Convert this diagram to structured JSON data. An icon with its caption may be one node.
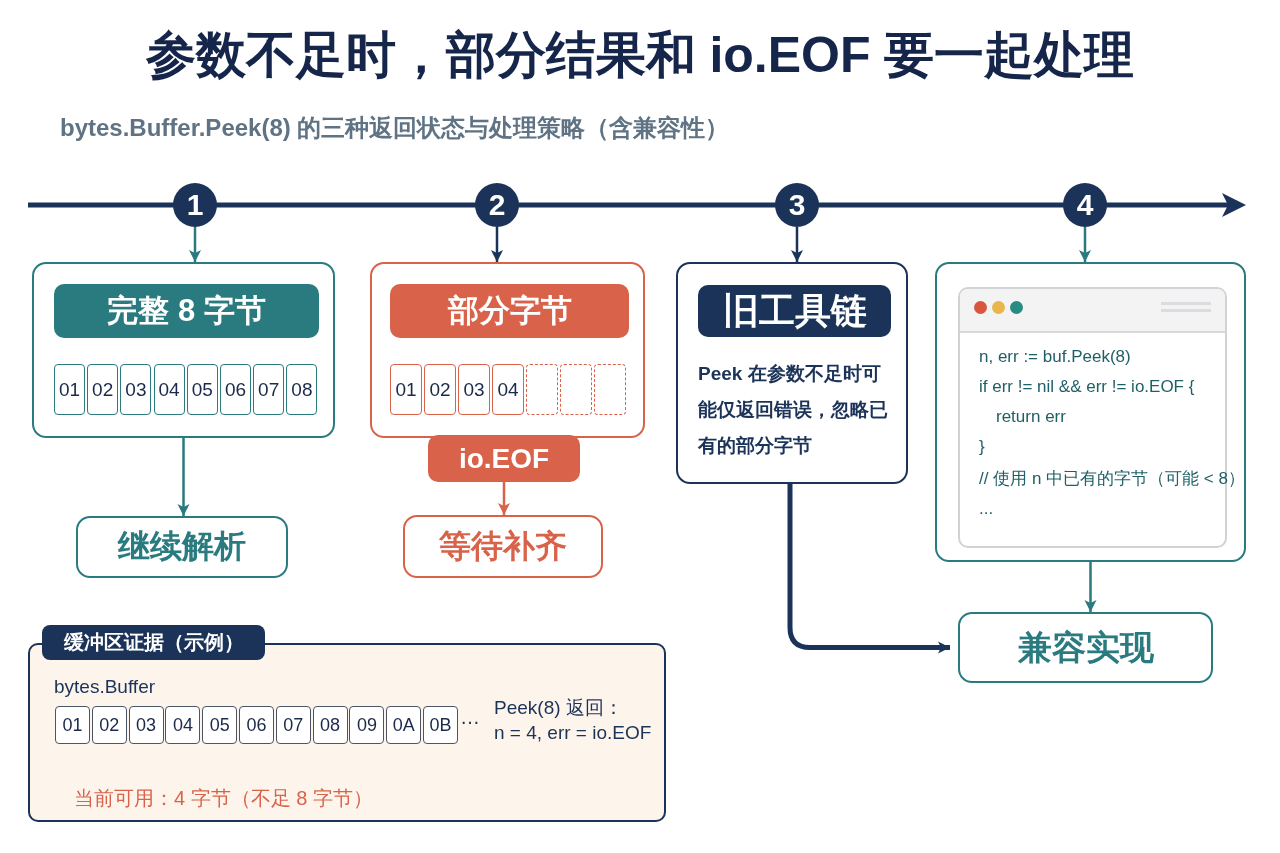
{
  "diagram": {
    "title": "参数不足时，部分结果和 io.EOF 要一起处理",
    "nodes": [
      {
        "text": [
          "1"
        ]
      },
      {
        "text": [
          "2"
        ]
      },
      {
        "text": [
          "3"
        ]
      },
      {
        "text": [
          "4"
        ]
      },
      {
        "text": [],
        "shape": "box"
      },
      {
        "text": [
          "完整 8 字节"
        ],
        "in": 4
      },
      {
        "text": [
          "01"
        ],
        "in": 4
      },
      {
        "text": [
          "02"
        ],
        "in": 4
      },
      {
        "text": [
          "03"
        ],
        "in": 4
      },
      {
        "text": [
          "04"
        ],
        "in": 4
      },
      {
        "text": [
          "05"
        ],
        "in": 4
      },
      {
        "text": [
          "06"
        ],
        "in": 4
      },
      {
        "text": [
          "07"
        ],
        "in": 4
      },
      {
        "text": [
          "08"
        ],
        "in": 4
      },
      {
        "text": [
          "继续解析"
        ]
      },
      {
        "text": [],
        "shape": "box"
      },
      {
        "text": [
          "部分字节"
        ],
        "in": 15
      },
      {
        "text": [
          "01"
        ],
        "in": 15
      },
      {
        "text": [
          "02"
        ],
        "in": 15
      },
      {
        "text": [
          "03"
        ],
        "in": 15
      },
      {
        "text": [
          "04"
        ],
        "in": 15
      },
      {
        "text": [],
        "shape": "box",
        "in": 15
      },
      {
        "text": [],
        "shape": "box",
        "in": 15
      },
      {
        "text": [],
        "shape": "box",
        "in": 15
      },
      {
        "text": [
          "io.EOF"
        ]
      },
      {
        "text": [
          "等待补齐"
        ]
      },
      {
        "text": [
          "Peek 在参数不足时可能仅返回错误，忽略已有的部分字节"
        ]
      },
      {
        "text": [
          "旧工具链"
        ],
        "in": 26
      },
      {
        "text": [],
        "shape": "box"
      },
      {
        "text": [
          "n, err := buf.Peek(8)",
          "if err != nil && err != io.EOF {",
          "return err",
          "}",
          "// 使用 n 中已有的字节（可能 < 8）",
          "..."
        ],
        "in": 28
      },
      {
        "text": [
          "兼容实现"
        ]
      },
      {
        "text": [
          "缓冲区证据（示例）"
        ]
      },
      {
        "text": [
          "bytes.Buffer",
          "Peek(8) 返回：",
          "n = 4, err = io.EOF",
          "当前可用：4 字节（不足 8 字节）"
        ]
      },
      {
        "text": [
          "01"
        ],
        "in": 32
      },
      {
        "text": [
          "02"
        ],
        "in": 32
      },
      {
        "text": [
          "03"
        ],
        "in": 32
      },
      {
        "text": [
          "04"
        ],
        "in": 32
      },
      {
        "text": [
          "05"
        ],
        "in": 32
      },
      {
        "text": [
          "06"
        ],
        "in": 32
      },
      {
        "text": [
          "07"
        ],
        "in": 32
      },
      {
        "text": [
          "08"
        ],
        "in": 32
      },
      {
        "text": [
          "09"
        ],
        "in": 32
      },
      {
        "text": [
          "0A"
        ],
        "in": 32
      },
      {
        "text": [
          "0B"
        ],
        "in": 32
      }
    ],
    "edges": [
      {
        "from": 0,
        "to": 4,
        "arrow": "to"
      },
      {
        "from": 1,
        "to": 15,
        "arrow": "to",
        "color": "#1b3358"
      },
      {
        "from": 2,
        "to": 26,
        "arrow": "to",
        "color": "#1b3358"
      },
      {
        "from": 3,
        "to": 28,
        "arrow": "to"
      },
      {
        "from": 4,
        "to": 14,
        "arrow": "to"
      },
      {
        "from": 24,
        "to": 25,
        "arrow": "to",
        "color": "#d9634a"
      },
      {
        "from": 26,
        "to": 30,
        "arrow": "to",
        "style": "thick",
        "color": "#1b3358"
      },
      {
        "from": 28,
        "to": 30,
        "arrow": "to"
      }
    ],
    "labels": [
      "bytes.Buffer.Peek(8) 的三种返回状态与处理策略（含兼容性）",
      "…"
    ]
  }
}
